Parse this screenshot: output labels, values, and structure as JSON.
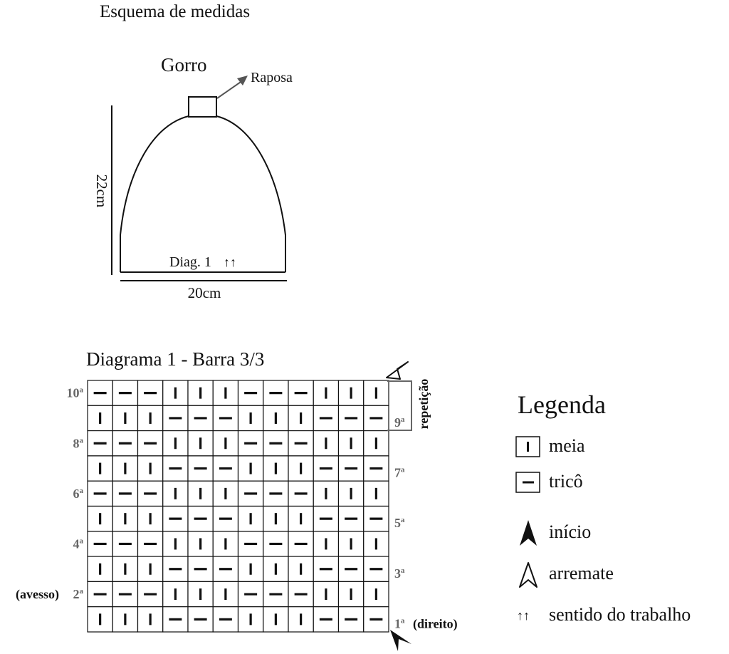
{
  "schema": {
    "title": "Esquema de medidas",
    "piece_name": "Gorro",
    "top_label": "Raposa",
    "height_label": "22cm",
    "width_label": "20cm",
    "base_label": "Diag. 1",
    "base_arrows": "↑↑"
  },
  "diagram": {
    "title": "Diagrama 1 - Barra 3/3",
    "repeat_label": "repetição",
    "grid": [
      "TTTKKKTTTKKK",
      "KKKTTTKKKTTT",
      "TTTKKKTTTKKK",
      "KKKTTTKKKTTT",
      "TTTKKKTTTKKK",
      "KKKTTTKKKTTT",
      "TTTKKKTTTKKK",
      "KKKTTTKKKTTT",
      "TTTKKKTTTKKK",
      "KKKTTTKKKTTT"
    ],
    "row_labels": [
      {
        "row": 10,
        "num": "10",
        "sup": "a",
        "side": "left",
        "extra": ""
      },
      {
        "row": 9,
        "num": "9",
        "sup": "a",
        "side": "right",
        "extra": ""
      },
      {
        "row": 8,
        "num": "8",
        "sup": "a",
        "side": "left",
        "extra": ""
      },
      {
        "row": 7,
        "num": "7",
        "sup": "a",
        "side": "right",
        "extra": ""
      },
      {
        "row": 6,
        "num": "6",
        "sup": "a",
        "side": "left",
        "extra": ""
      },
      {
        "row": 5,
        "num": "5",
        "sup": "a",
        "side": "right",
        "extra": ""
      },
      {
        "row": 4,
        "num": "4",
        "sup": "a",
        "side": "left",
        "extra": ""
      },
      {
        "row": 3,
        "num": "3",
        "sup": "a",
        "side": "right",
        "extra": ""
      },
      {
        "row": 2,
        "num": "2",
        "sup": "a",
        "side": "left",
        "extra": "(avesso)"
      },
      {
        "row": 1,
        "num": "1",
        "sup": "a",
        "side": "right",
        "extra": "(direito)"
      }
    ]
  },
  "legend": {
    "title": "Legenda",
    "items": [
      {
        "icon": "knit-symbol-icon",
        "label": "meia"
      },
      {
        "icon": "purl-symbol-icon",
        "label": "tricô"
      },
      {
        "icon": "start-arrow-icon",
        "label": "início"
      },
      {
        "icon": "bindoff-arrow-icon",
        "label": "arremate"
      },
      {
        "icon": "work-direction-icon",
        "label": "sentido do trabalho",
        "glyph": "↑↑"
      }
    ]
  }
}
